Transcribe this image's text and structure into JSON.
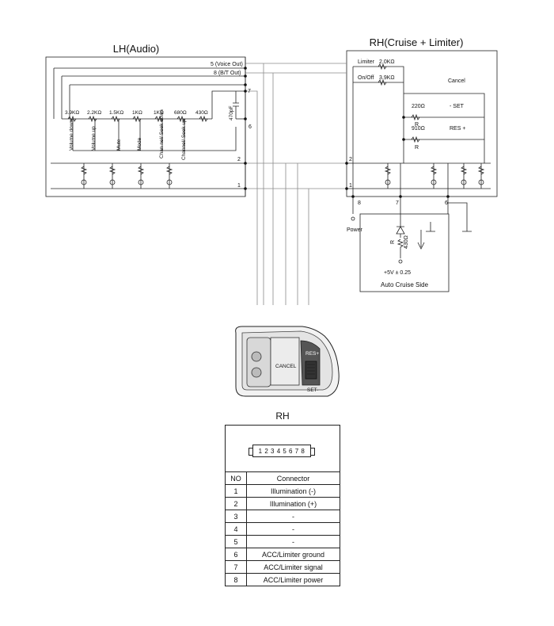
{
  "titles": {
    "lh": "LH(Audio)",
    "rh": "RH(Cruise + Limiter)",
    "auto_cruise": "Auto Cruise Side",
    "rh_caption": "RH"
  },
  "lh_pins": {
    "voice_out": "5 (Voice Out)",
    "bt_out": "8 (B/T Out)",
    "p7": "7",
    "p6": "6",
    "p2": "2",
    "p1": "1"
  },
  "lh_resistors": [
    "3.9KΩ",
    "2.2KΩ",
    "1.5KΩ",
    "1KΩ",
    "1KΩ",
    "680Ω",
    "430Ω"
  ],
  "lh_switches": [
    "Volume down",
    "Volume up",
    "Mute",
    "Mode",
    "Chan nel/ Seek down",
    "Channel/ Seek up"
  ],
  "capacitor": "470pF",
  "rh_labels": {
    "limiter": "Limiter",
    "r_limiter": "2.0KΩ",
    "onoff": "On/Off",
    "r_onoff": "3.9KΩ",
    "cancel": "Cancel",
    "r_set": "220Ω",
    "set": "- SET",
    "r_res": "910Ω",
    "res": "RES +",
    "r": "R",
    "p2": "2",
    "p1": "1",
    "p8": "8",
    "p7": "7",
    "p6": "6"
  },
  "cruise_side": {
    "power": "Power",
    "r": "R",
    "r_value": "430Ω",
    "supply": "+5V ± 0.25"
  },
  "switch_image": {
    "cancel": "CANCEL",
    "res": "RES+",
    "set": "SET-"
  },
  "connector": {
    "pins": "1 2 3 4 5 6 7 8",
    "headers": [
      "NO",
      "Connector"
    ],
    "rows": [
      {
        "no": "1",
        "name": "Illumination (-)"
      },
      {
        "no": "2",
        "name": "Illumination (+)"
      },
      {
        "no": "3",
        "name": "-"
      },
      {
        "no": "4",
        "name": "-"
      },
      {
        "no": "5",
        "name": "-"
      },
      {
        "no": "6",
        "name": "ACC/Limiter ground"
      },
      {
        "no": "7",
        "name": "ACC/Limiter signal"
      },
      {
        "no": "8",
        "name": "ACC/Limiter power"
      }
    ]
  }
}
